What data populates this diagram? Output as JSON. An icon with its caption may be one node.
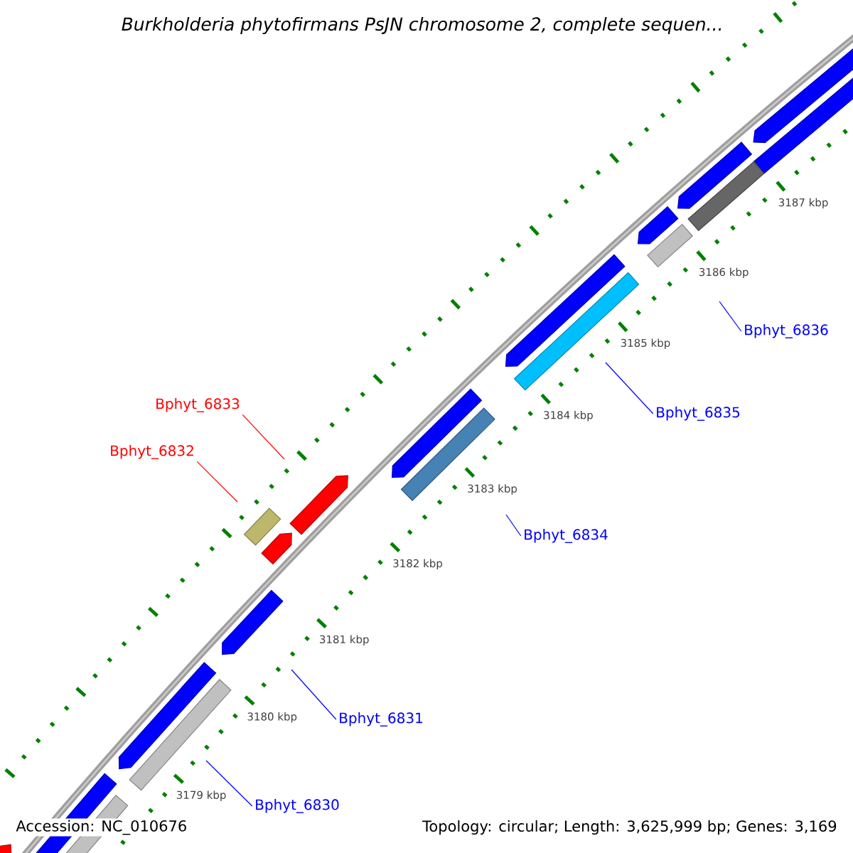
{
  "diagram": {
    "title": "Burkholderia phytofirmans PsJN chromosome 2, complete sequen...",
    "nodes": [
      {
        "text": [
          "Bphyt_6836"
        ]
      },
      {
        "text": [
          "Bphyt_6833"
        ]
      },
      {
        "text": [
          "Bphyt_6835"
        ]
      },
      {
        "text": [
          "Bphyt_6832"
        ]
      },
      {
        "text": [
          "Bphyt_6834"
        ]
      },
      {
        "text": [
          "Bphyt_6831"
        ]
      },
      {
        "text": [
          "Bphyt_6830"
        ]
      }
    ],
    "edges": [
      {
        "from": 0,
        "to": null,
        "arrow": "none"
      },
      {
        "from": 1,
        "to": null,
        "arrow": "none",
        "color": "#ff0000"
      },
      {
        "from": 2,
        "to": null,
        "arrow": "none"
      },
      {
        "from": 3,
        "to": null,
        "arrow": "none",
        "color": "#ff0000"
      },
      {
        "from": 4,
        "to": null,
        "arrow": "none"
      },
      {
        "from": 5,
        "to": null,
        "arrow": "none"
      },
      {
        "from": 6,
        "to": null,
        "arrow": "none"
      }
    ],
    "labels": [
      "3187 kbp",
      "3186 kbp",
      "3185 kbp",
      "3184 kbp",
      "3183 kbp",
      "3182 kbp",
      "3181 kbp",
      "3180 kbp",
      "3179 kbp",
      "Accession: NC_010676",
      "Topology: circular; Length: 3,625,999 bp; Genes: 3,169"
    ]
  }
}
